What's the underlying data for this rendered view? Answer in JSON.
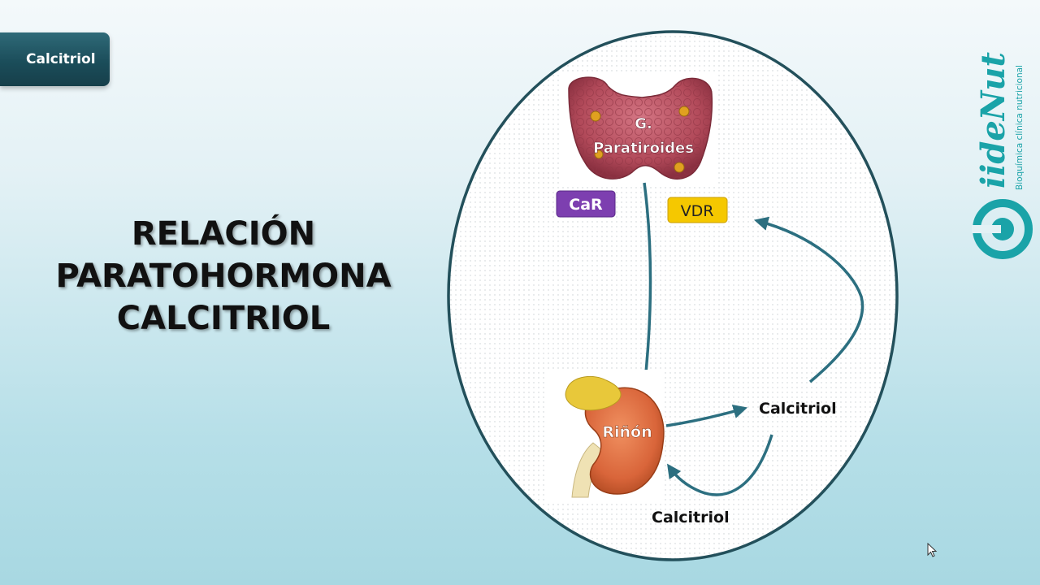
{
  "section_tab": {
    "label": "Calcitriol"
  },
  "title": {
    "lines": [
      "RELACIÓN",
      "PARATOHORMONA",
      "CALCITRIOL"
    ]
  },
  "diagram": {
    "gland_label_line1": "G.",
    "gland_label_line2": "Paratiroides",
    "receptor_car": "CaR",
    "receptor_vdr": "VDR",
    "kidney_label": "Riñón",
    "output_label": "Calcitriol",
    "feedback_label": "Calcitriol",
    "colors": {
      "arrow": "#2c6f80",
      "ellipse_border": "#23505b",
      "car_badge": "#7d3fb0",
      "vdr_badge": "#f5c800",
      "gland": "#b84a5a",
      "kidney": "#d9653a",
      "adrenal": "#e8c83a"
    }
  },
  "brand": {
    "name": "iideNut",
    "tagline": "Bioquímica clínica nutricional",
    "color": "#1aa3a8"
  }
}
